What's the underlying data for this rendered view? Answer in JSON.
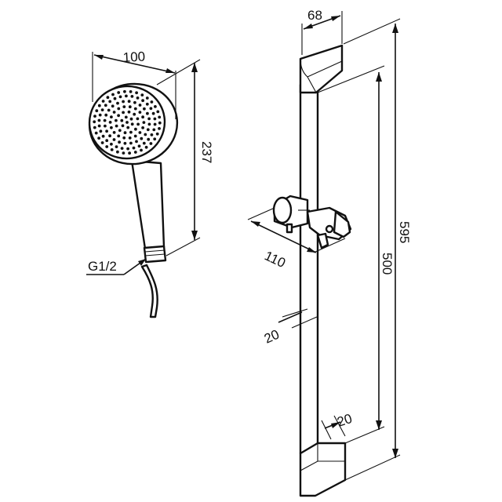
{
  "dimensions": {
    "head_diameter": "100",
    "handshower_length": "237",
    "thread": "G1/2",
    "bar_width": "68",
    "bar_total_length": "595",
    "bar_fixing_distance": "500",
    "holder_projection": "110",
    "wall_offset_mid": "20",
    "wall_offset_bottom": "20"
  }
}
